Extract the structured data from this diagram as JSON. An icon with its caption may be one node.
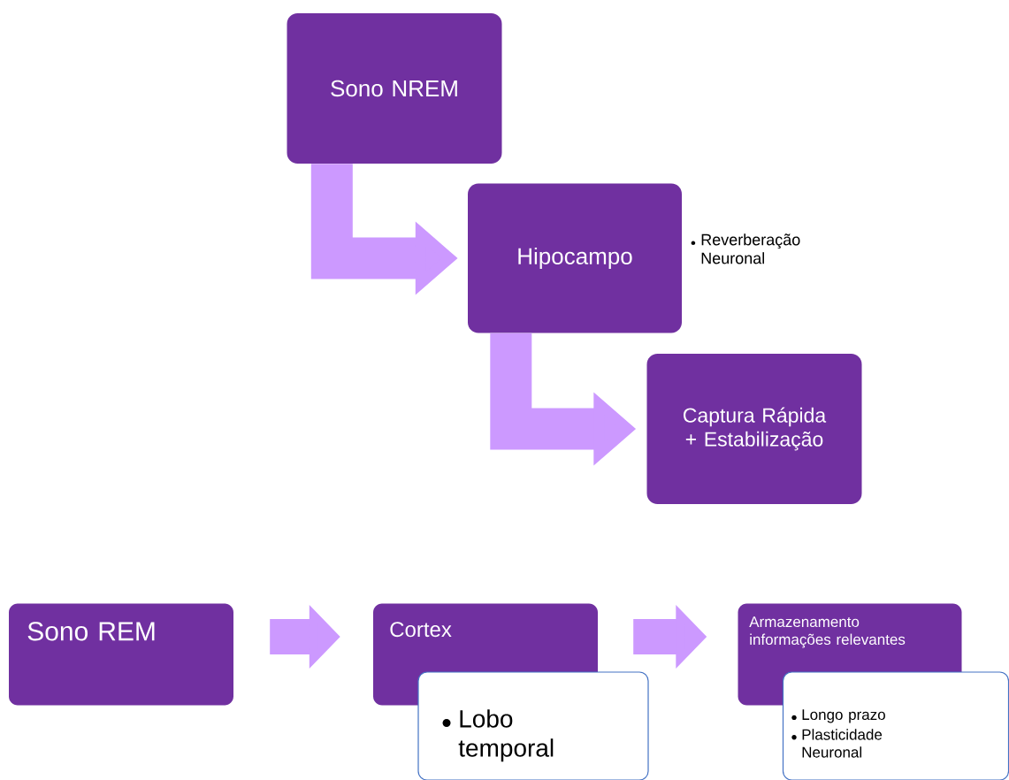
{
  "diagram": {
    "nodes": [
      {
        "text": [
          "Sono NREM"
        ]
      },
      {
        "text": [
          "Hipocampo"
        ],
        "beside": [
          "Reverberação Neuronal"
        ]
      },
      {
        "text": [
          "Captura Rápida + Estabilização"
        ]
      },
      {
        "text": [
          "Sono REM"
        ]
      },
      {
        "text": [
          "Cortex"
        ]
      },
      {
        "text": [
          "Lobo temporal"
        ]
      },
      {
        "text": [
          "Armazenamento informações relevantes"
        ]
      },
      {
        "text": [
          "Longo prazo",
          "Plasticidade Neuronal"
        ]
      }
    ],
    "edges": [
      {
        "from": 0,
        "to": 1,
        "arrow": "to"
      },
      {
        "from": 1,
        "to": 2,
        "arrow": "to"
      },
      {
        "from": 3,
        "to": 4,
        "arrow": "to"
      },
      {
        "from": 4,
        "to": 6,
        "arrow": "to"
      }
    ]
  }
}
